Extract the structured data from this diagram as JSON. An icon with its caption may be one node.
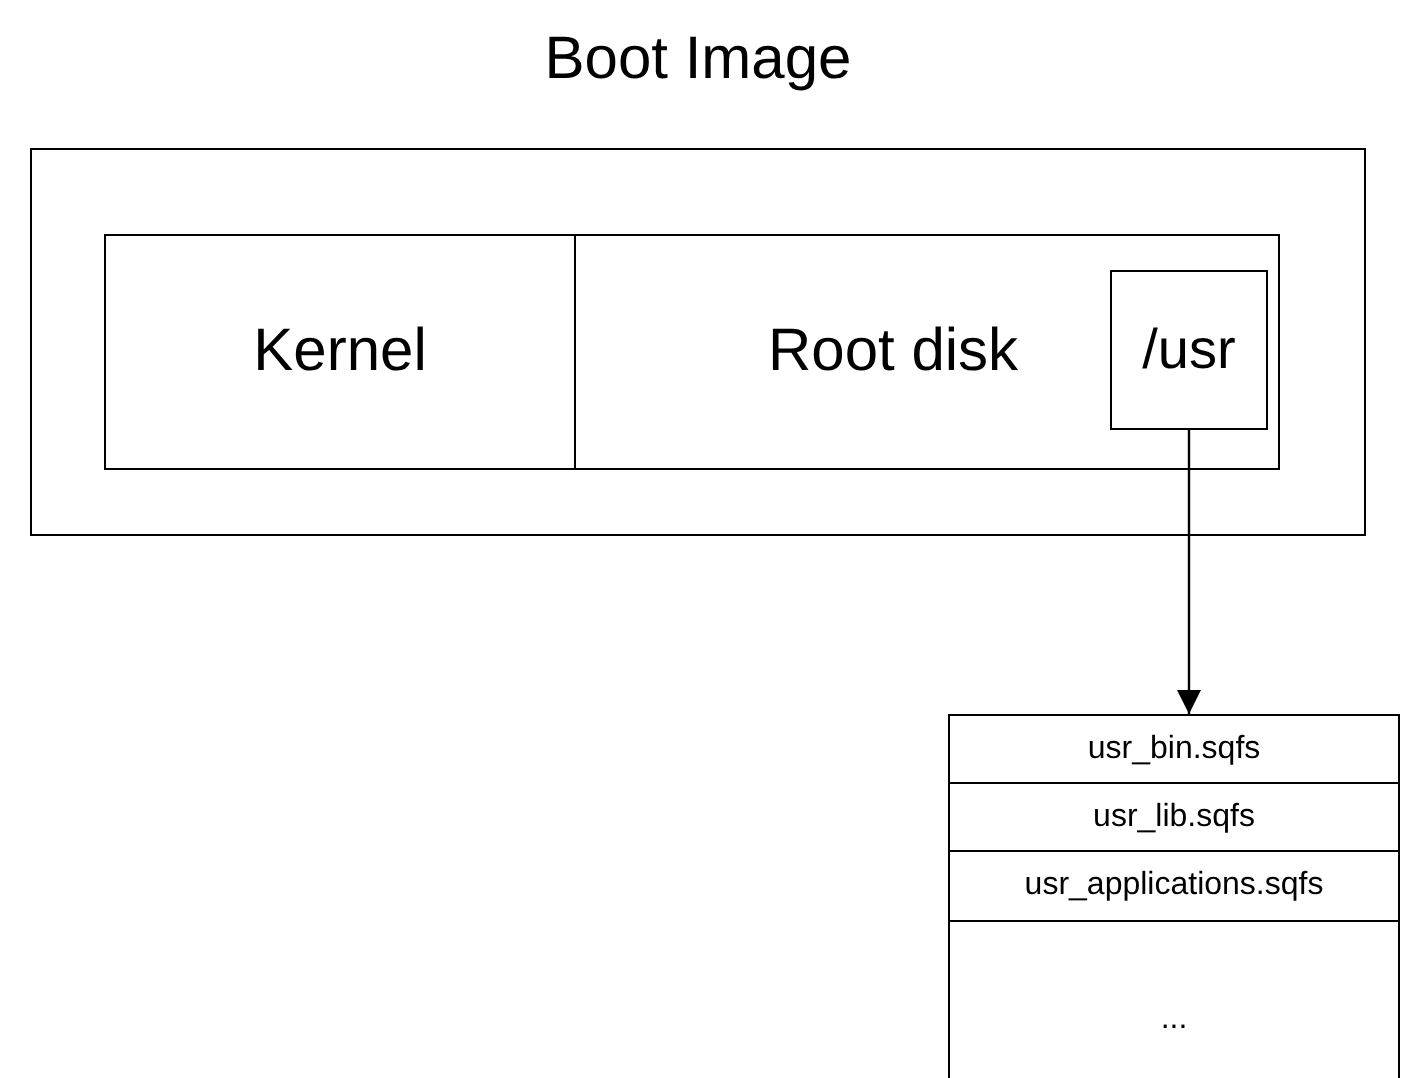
{
  "diagram": {
    "nodes": [
      {
        "text": [
          "Boot Image"
        ]
      },
      {
        "text": [
          "Kernel"
        ],
        "in": 0
      },
      {
        "text": [
          "Root disk"
        ],
        "in": 0
      },
      {
        "text": [
          "/usr"
        ],
        "in": 2
      },
      {
        "text": [],
        "shape": "box"
      },
      {
        "text": [
          "usr_bin.sqfs"
        ],
        "in": 4
      },
      {
        "text": [
          "usr_lib.sqfs"
        ],
        "in": 4
      },
      {
        "text": [
          "usr_applications.sqfs"
        ],
        "in": 4
      },
      {
        "text": [
          "..."
        ],
        "in": 4
      }
    ],
    "edges": [
      {
        "from": 3,
        "to": 4,
        "arrow": "to"
      }
    ]
  }
}
